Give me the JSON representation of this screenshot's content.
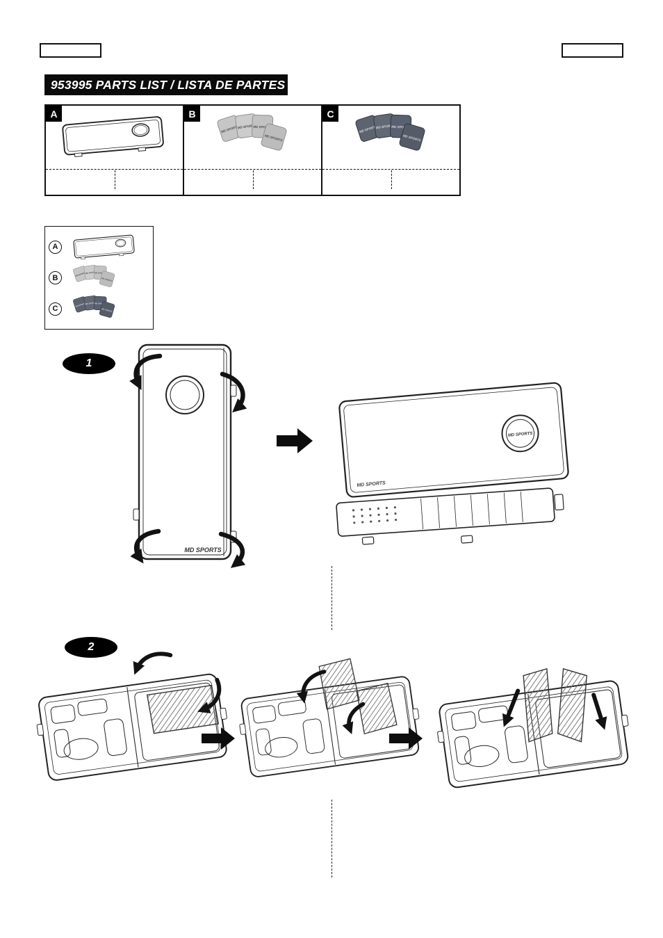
{
  "title_bar": {
    "text": "953995 PARTS LIST / LISTA DE PARTES"
  },
  "brand": "MD SPORTS",
  "parts_table": {
    "columns": [
      {
        "label": "A",
        "part": "game-board"
      },
      {
        "label": "B",
        "part": "bean-bags-light-gray"
      },
      {
        "label": "C",
        "part": "bean-bags-dark-gray"
      }
    ]
  },
  "parts_summary": {
    "items": [
      {
        "label": "A",
        "part": "game-board"
      },
      {
        "label": "B",
        "part": "bean-bags-light-gray"
      },
      {
        "label": "C",
        "part": "bean-bags-dark-gray"
      }
    ]
  },
  "steps": [
    {
      "number": "1"
    },
    {
      "number": "2"
    }
  ],
  "colors": {
    "ink": "#1a1a1a",
    "bag_light": "#c6c6c6",
    "bag_dark": "#5d6470"
  }
}
